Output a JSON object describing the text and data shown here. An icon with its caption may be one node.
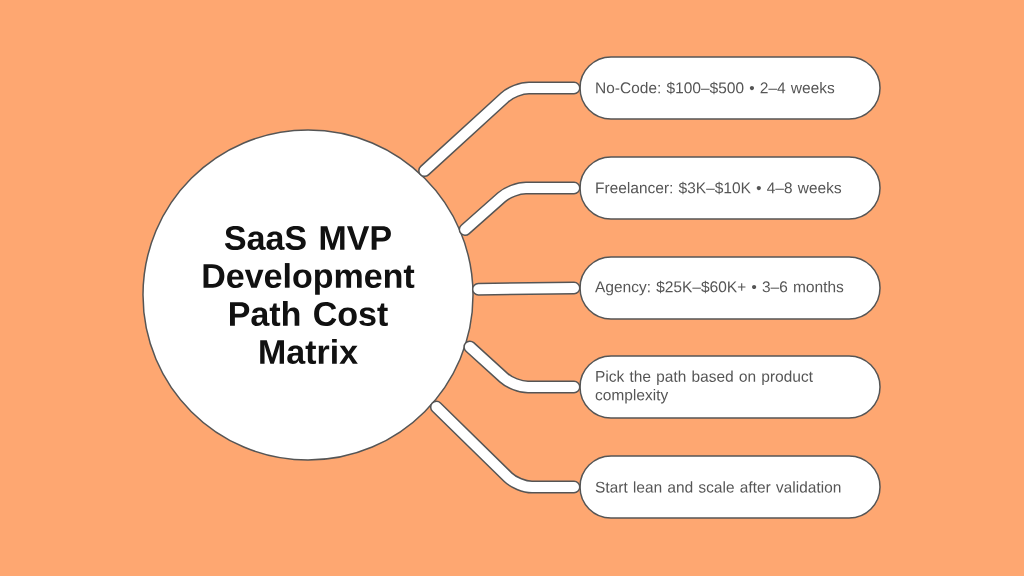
{
  "diagram": {
    "nodes": [
      {
        "text": [
          "SaaS MVP Development Path Cost Matrix"
        ]
      },
      {
        "text": [
          "No-Code: $100–$500 • 2–4 weeks"
        ]
      },
      {
        "text": [
          "Freelancer: $3K–$10K • 4–8 weeks"
        ]
      },
      {
        "text": [
          "Agency: $25K–$60K+ • 3–6 months"
        ]
      },
      {
        "text": [
          "Pick the path based on product complexity"
        ]
      },
      {
        "text": [
          "Start lean and scale after validation"
        ]
      }
    ],
    "edges": [
      {
        "from": 0,
        "to": 1,
        "arrow": "none"
      },
      {
        "from": 0,
        "to": 2,
        "arrow": "none"
      },
      {
        "from": 0,
        "to": 3,
        "arrow": "none"
      },
      {
        "from": 0,
        "to": 4,
        "arrow": "none"
      },
      {
        "from": 0,
        "to": 5,
        "arrow": "none"
      }
    ]
  }
}
